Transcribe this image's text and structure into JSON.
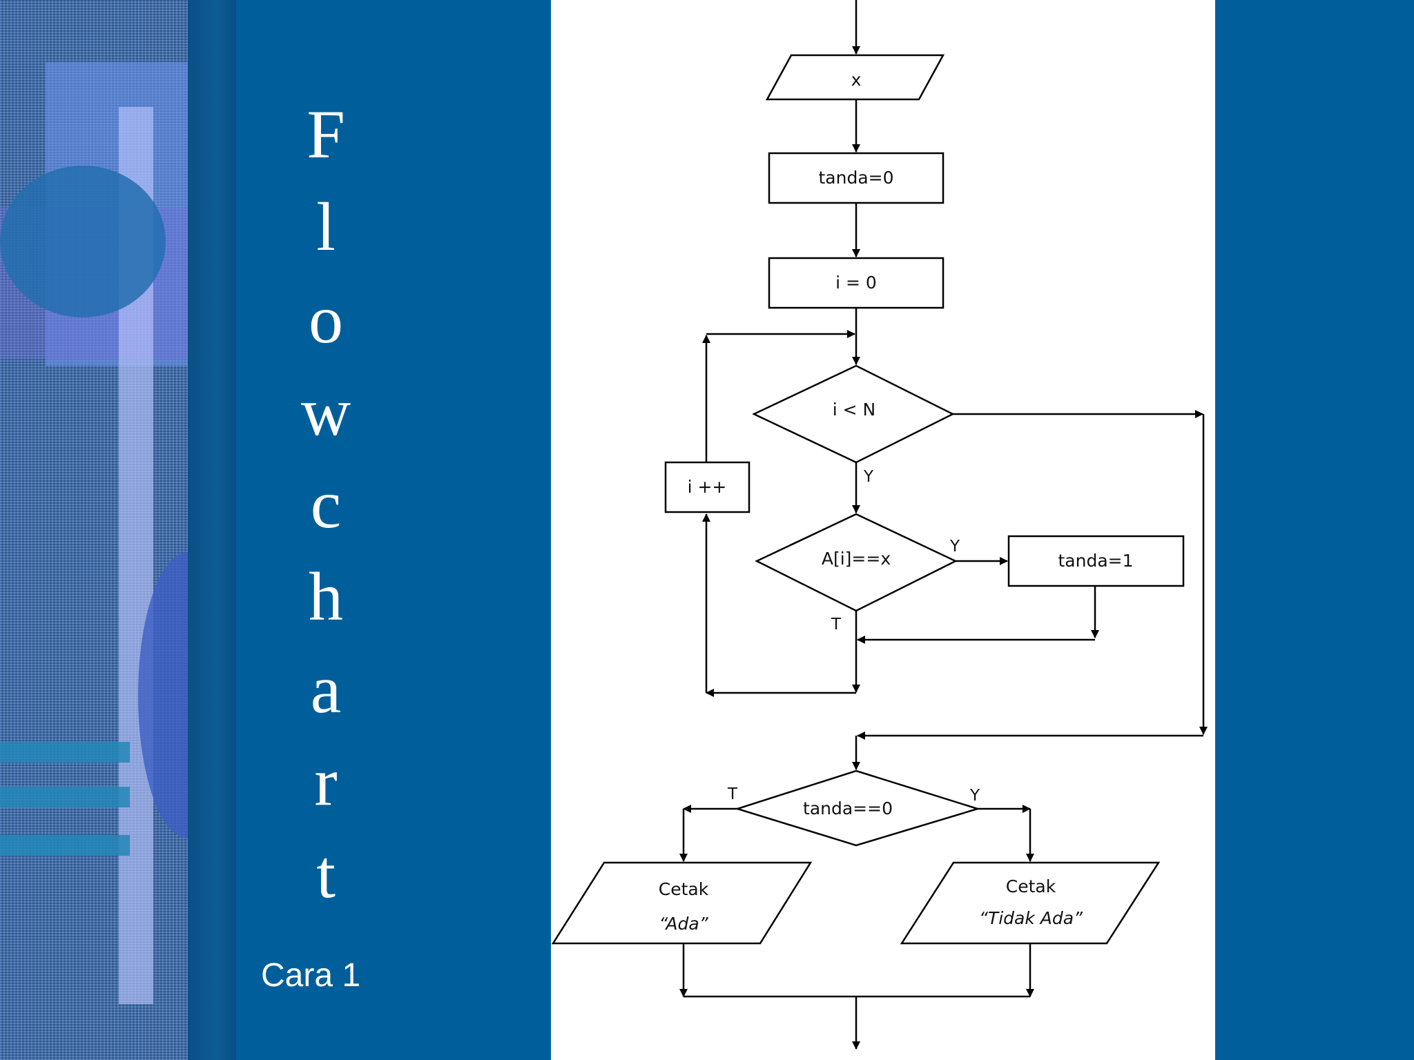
{
  "slide": {
    "title_letters": [
      "F",
      "l",
      "o",
      "w",
      "c",
      "h",
      "a",
      "r",
      "t"
    ],
    "subtitle": "Cara 1"
  },
  "colors": {
    "background": "#005f9a",
    "panel": "#ffffff",
    "texture": "#3d6fb4",
    "text": "#ffffff"
  },
  "flowchart": {
    "input_x": "x",
    "init_tanda": "tanda=0",
    "init_i": "i = 0",
    "loop_condition": "i < N",
    "increment": "i ++",
    "compare": "A[i]==x",
    "set_tanda": "tanda=1",
    "final_check": "tanda==0",
    "out_left_line1": "Cetak",
    "out_left_line2": "“Ada”",
    "out_right_line1": "Cetak",
    "out_right_line2": "“Tidak Ada”",
    "label_y": "Y",
    "label_t": "T"
  }
}
